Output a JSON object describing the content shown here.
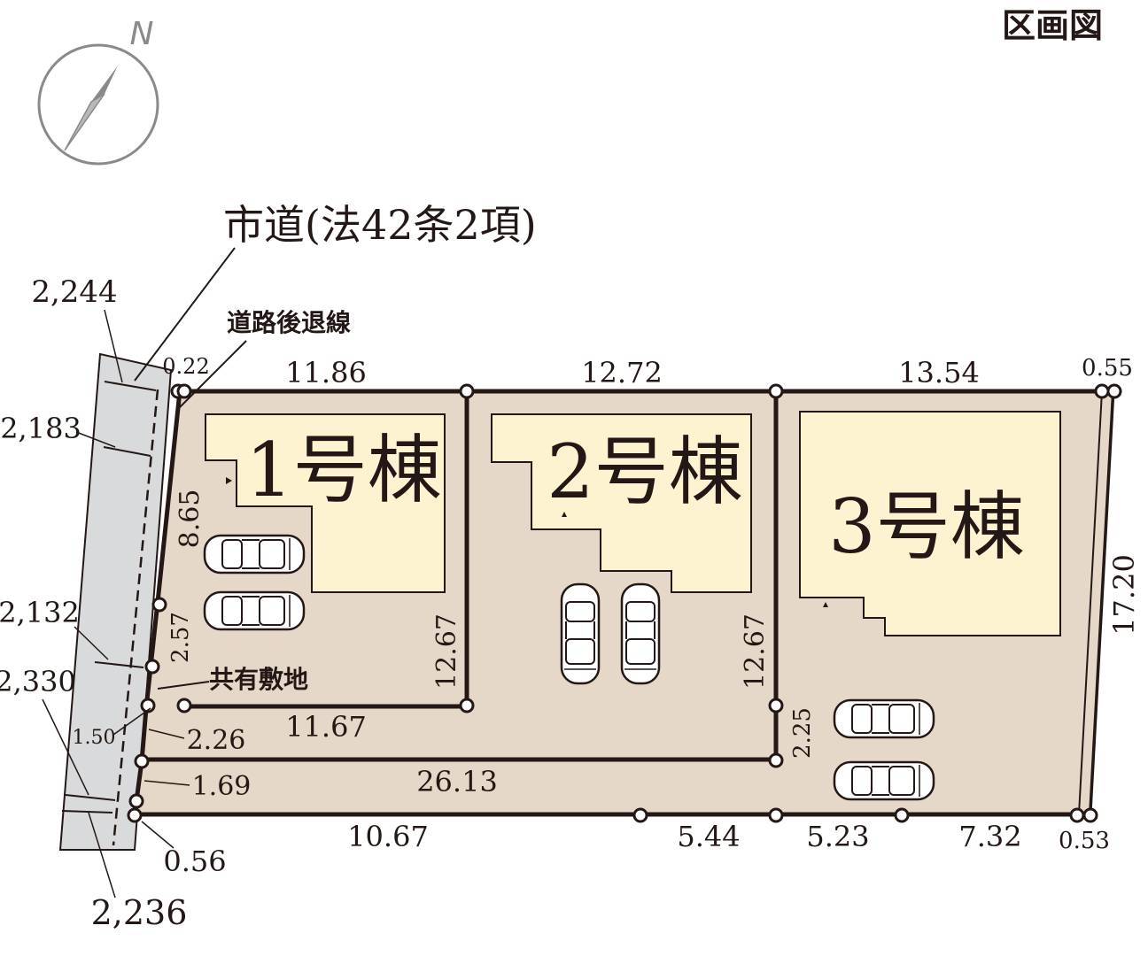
{
  "title": "区画図",
  "compass": {
    "north_label": "N",
    "icon": "north-arrow-icon"
  },
  "road": {
    "label": "市道(法42条2項)",
    "setback_label": "道路後退線",
    "widths": [
      "2,244",
      "2,183",
      "2,132",
      "2,330",
      "2,236"
    ]
  },
  "shared_land_label": "共有敷地",
  "lots": [
    {
      "label": "1号棟"
    },
    {
      "label": "2号棟"
    },
    {
      "label": "3号棟"
    }
  ],
  "dimensions": {
    "top_offset_left": "0.22",
    "top_lot1": "11.86",
    "top_lot2": "12.72",
    "top_lot3": "13.54",
    "top_offset_right": "0.55",
    "lot1_left": "8.65",
    "lot1_drive": "2.57",
    "lot1_right": "12.67",
    "lot2_right": "12.67",
    "shared_top": "11.67",
    "shared_corner": "1.50",
    "shared_left": "2.26",
    "shared_right": "2.25",
    "shared_long": "26.13",
    "bottom_left_side": "1.69",
    "bottom_corner": "0.56",
    "bottom_1": "10.67",
    "bottom_2": "5.44",
    "bottom_3": "5.23",
    "bottom_4": "7.32",
    "bottom_offset_right": "0.53",
    "right_side": "17.20"
  },
  "colors": {
    "lot": "#e6d8c8",
    "building": "#fdf3d1",
    "road": "#d9dadb",
    "line": "#231815"
  }
}
